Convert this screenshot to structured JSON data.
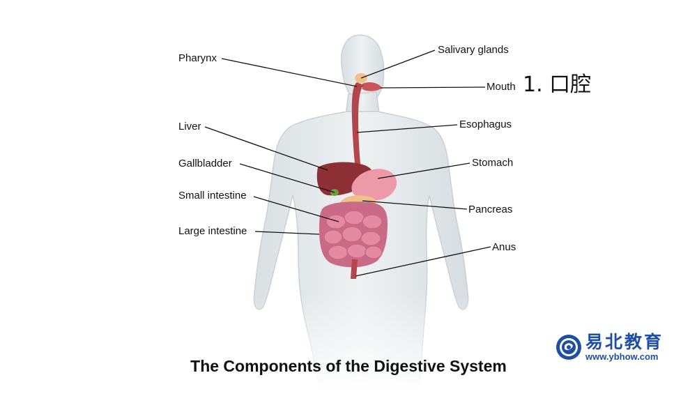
{
  "title": "The Components of the Digestive System",
  "chinese_note": "1. 口腔",
  "labels": {
    "pharynx": "Pharynx",
    "liver": "Liver",
    "gallbladder": "Gallbladder",
    "small_intestine": "Small intestine",
    "large_intestine": "Large intestine",
    "salivary_glands": "Salivary glands",
    "mouth": "Mouth",
    "esophagus": "Esophagus",
    "stomach": "Stomach",
    "pancreas": "Pancreas",
    "anus": "Anus"
  },
  "brand": {
    "name": "易北教育",
    "url": "www.ybhow.com",
    "color": "#1f4fa3"
  },
  "colors": {
    "body": "#dde3e6",
    "organ_red": "#b5454c",
    "liver": "#8e2f36",
    "intestine": "#d67d97",
    "pancreas": "#f0c08a",
    "stomach": "#ec9aa8"
  }
}
